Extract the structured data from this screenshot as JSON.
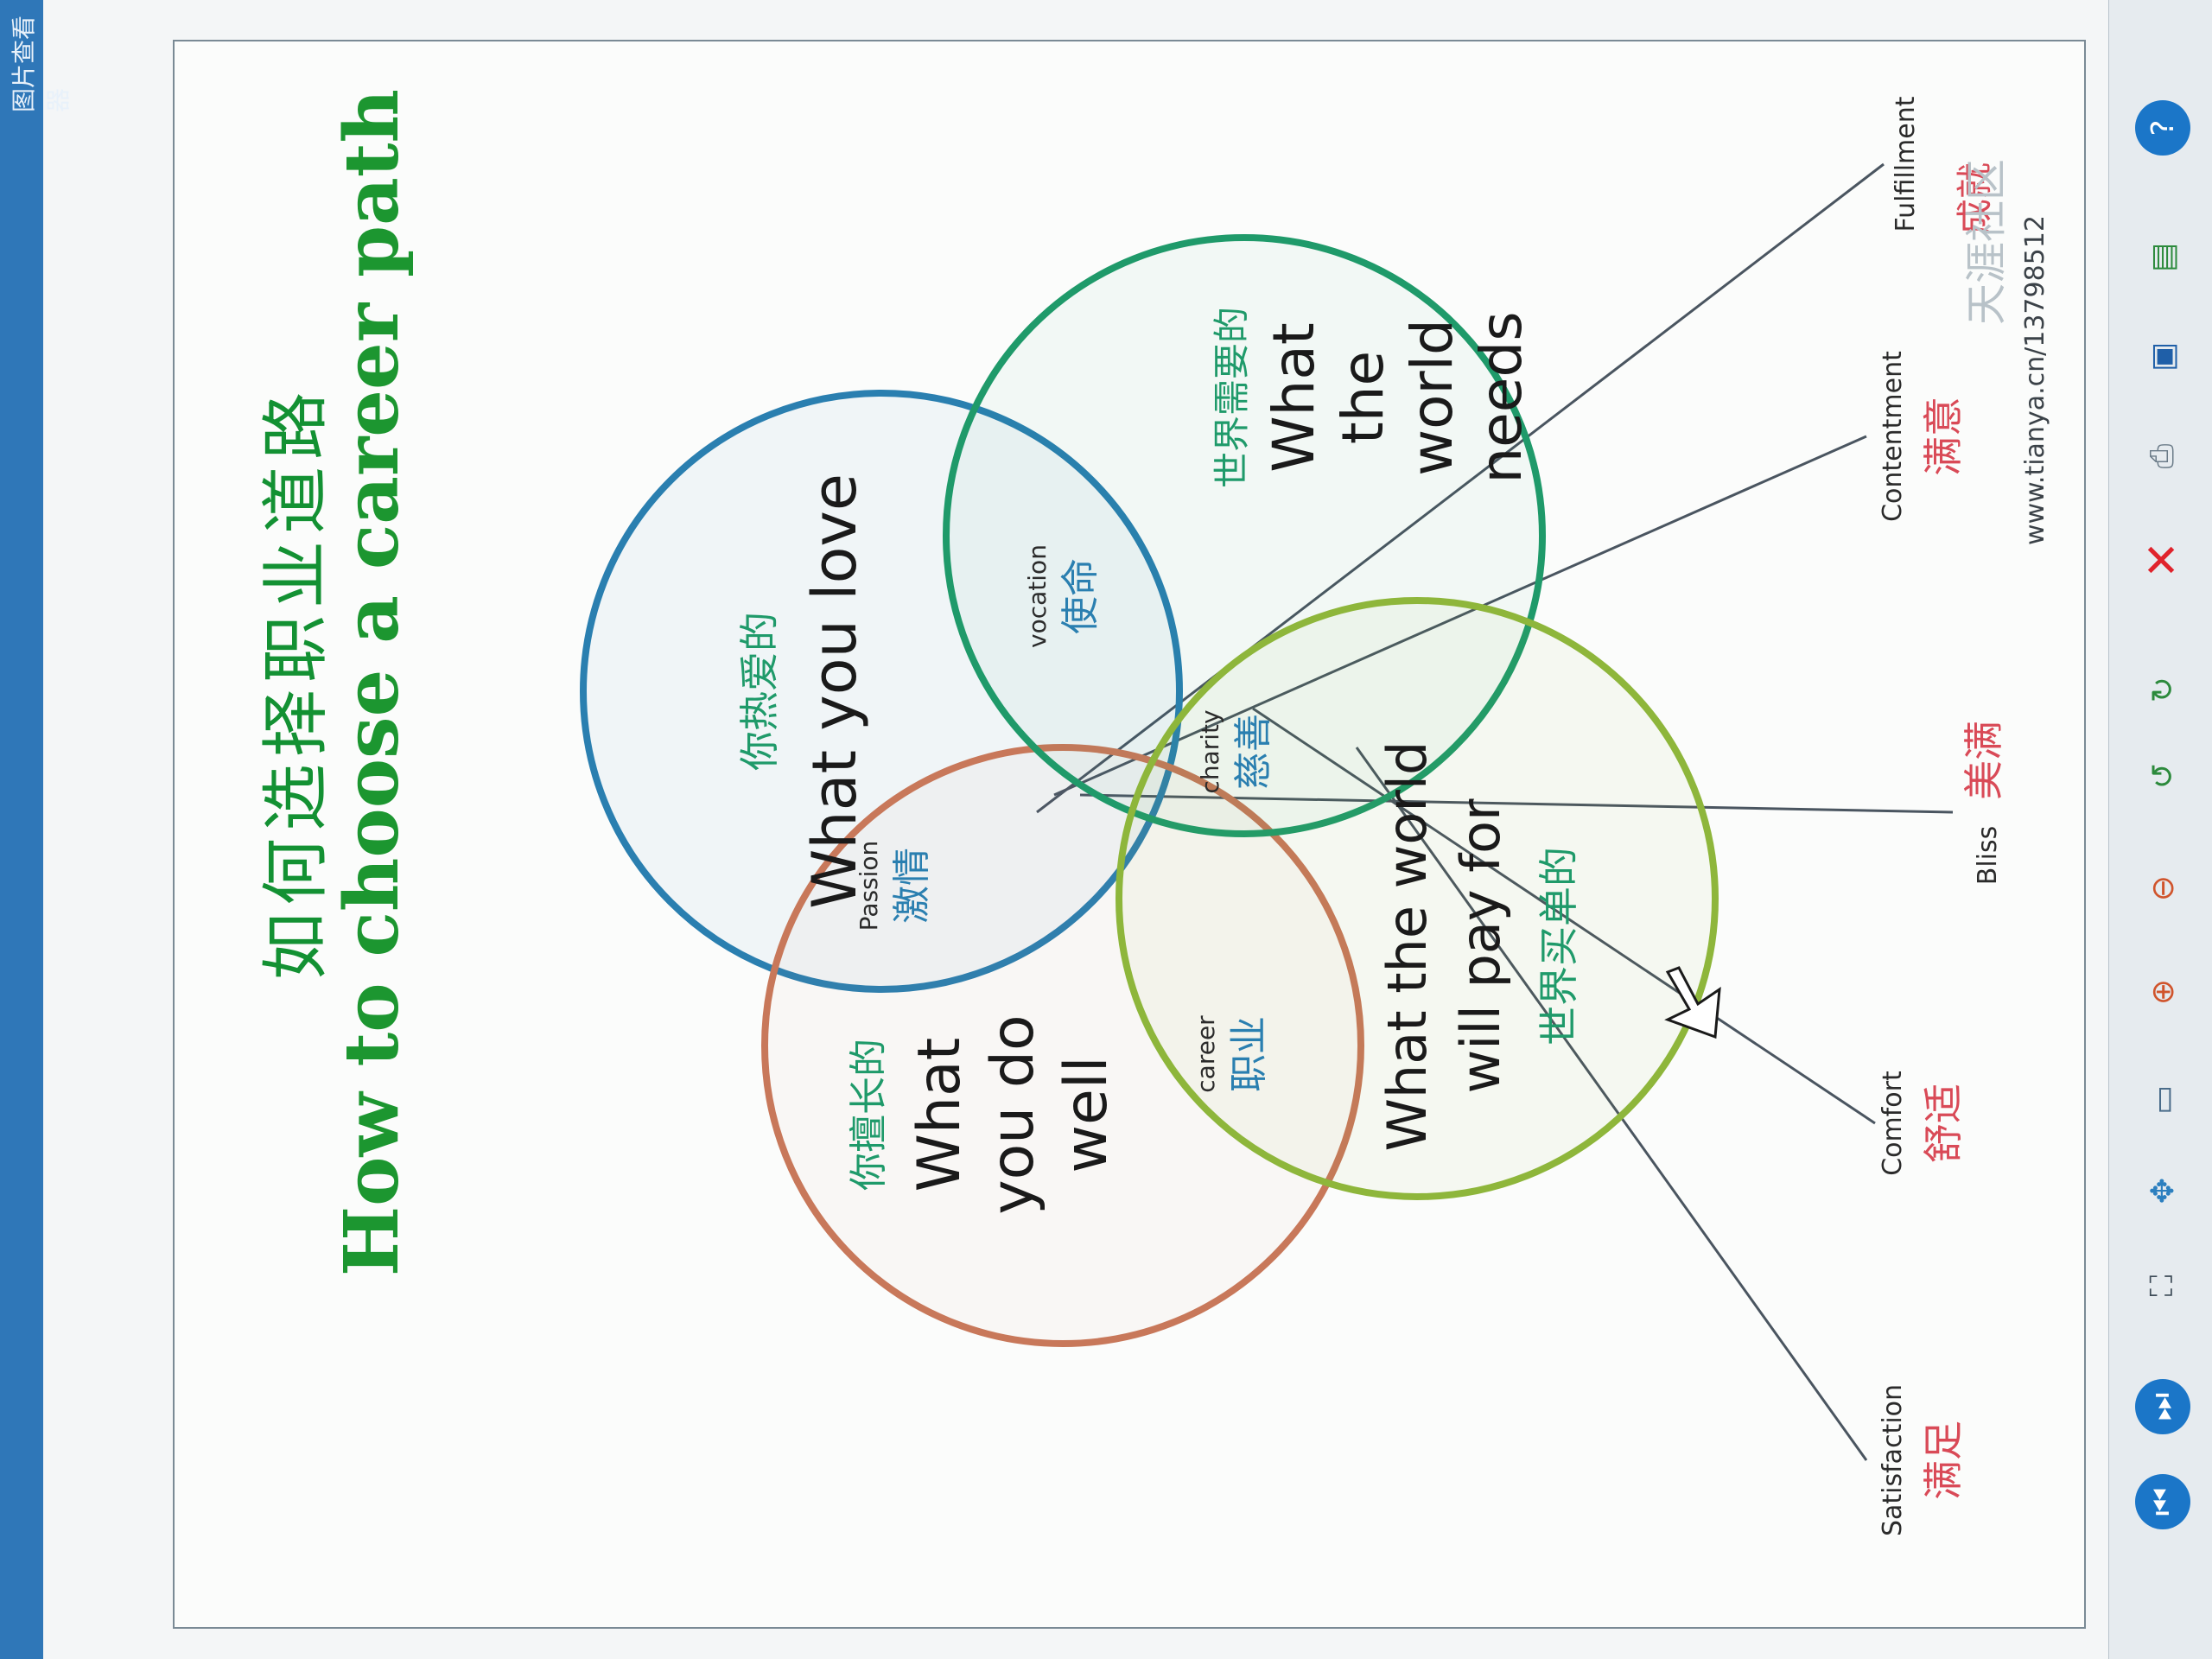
{
  "window": {
    "title": "图片查看器"
  },
  "heading": {
    "zh": "如何选择职业道路",
    "en": "How to choose a career path"
  },
  "circles": {
    "love": {
      "zh": "你热爱的",
      "en": "What you love"
    },
    "good": {
      "zh": "你擅长的",
      "en_lines": [
        "What",
        "you do",
        "well"
      ]
    },
    "needs": {
      "zh": "世界需要的",
      "en_lines": [
        "What",
        "the",
        "world",
        "needs"
      ]
    },
    "pay": {
      "zh": "世界买单的",
      "en_lines": [
        "What the world",
        "will pay for"
      ]
    }
  },
  "overlaps": {
    "passion": {
      "en": "Passion",
      "zh": "激情"
    },
    "vocation": {
      "en": "vocation",
      "zh": "使命"
    },
    "career": {
      "en": "career",
      "zh": "职业"
    },
    "charity": {
      "en": "charity",
      "zh": "慈善"
    }
  },
  "outcomes": {
    "satisfaction": {
      "en": "Satisfaction",
      "zh": "满足"
    },
    "comfort": {
      "en": "Comfort",
      "zh": "舒适"
    },
    "bliss": {
      "en": "Bliss",
      "zh": "美满"
    },
    "contentment": {
      "en": "Contentment",
      "zh": "满意"
    },
    "fulfillment": {
      "en": "Fulfillment",
      "zh": "成就"
    }
  },
  "watermark": {
    "url": "www.tianya.cn/13798512",
    "site": "天涯社区"
  },
  "toolbar": {
    "icons": [
      "prev-icon",
      "next-icon",
      "actual-size-icon",
      "fit-window-icon",
      "slideshow-icon",
      "zoom-in-icon",
      "zoom-out-icon",
      "rotate-left-icon",
      "rotate-right-icon",
      "delete-icon",
      "print-icon",
      "save-icon",
      "open-in-editor-icon",
      "help-icon"
    ]
  },
  "colors": {
    "love": "#2a7fb0",
    "good": "#c8785a",
    "needs": "#1f9a6a",
    "pay": "#8eb63b",
    "heading": "#139133",
    "outcome": "#d94a57"
  }
}
